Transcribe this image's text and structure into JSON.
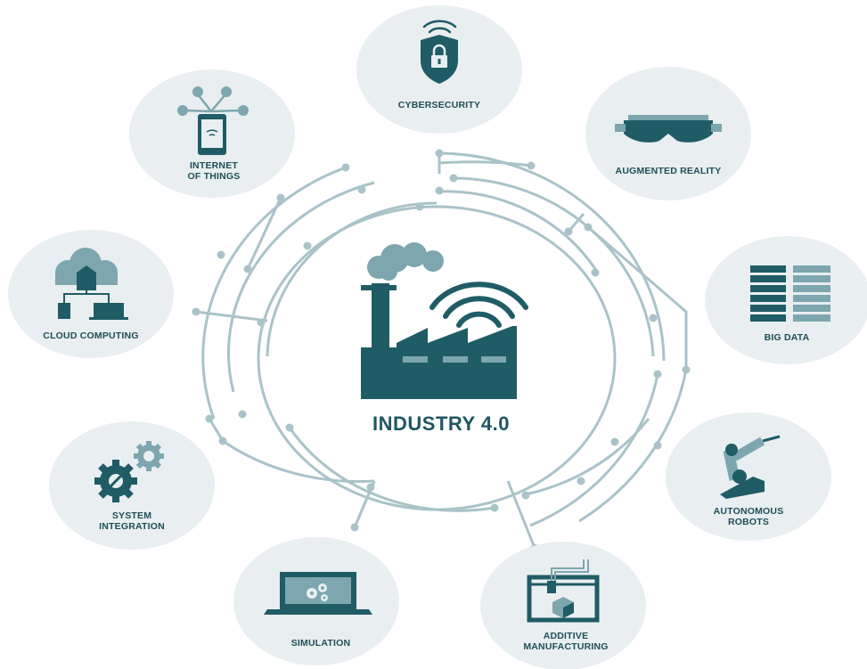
{
  "title": "INDUSTRY 4.0",
  "colors": {
    "primary": "#1f5c66",
    "secondary": "#7da6ae",
    "circle_bg": "#e9eef0",
    "line": "#a9c3c9"
  },
  "nodes": [
    {
      "label": "CYBERSECURITY",
      "icon": "shield-lock-wifi-icon"
    },
    {
      "label": "AUGMENTED REALITY",
      "icon": "ar-headset-icon"
    },
    {
      "label": "BIG DATA",
      "icon": "server-racks-icon"
    },
    {
      "label": "AUTONOMOUS\nROBOTS",
      "icon": "robot-arm-icon"
    },
    {
      "label": "ADDITIVE\nMANUFACTURING",
      "icon": "3d-printer-icon"
    },
    {
      "label": "SIMULATION",
      "icon": "laptop-gears-icon"
    },
    {
      "label": "SYSTEM\nINTEGRATION",
      "icon": "gears-icon"
    },
    {
      "label": "CLOUD COMPUTING",
      "icon": "cloud-network-icon"
    },
    {
      "label": "INTERNET\nOF THINGS",
      "icon": "iot-tablet-icon"
    }
  ]
}
